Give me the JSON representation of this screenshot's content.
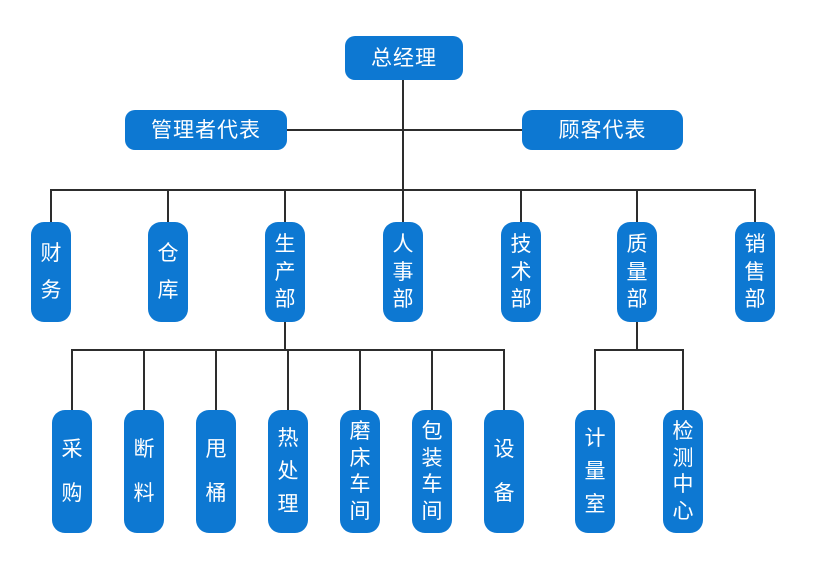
{
  "org_chart": {
    "root": "总经理",
    "management_rep": "管理者代表",
    "customer_rep": "顾客代表",
    "departments": [
      "财务",
      "仓库",
      "生产部",
      "人事部",
      "技术部",
      "质量部",
      "销售部"
    ],
    "production_subunits": [
      "采购",
      "断料",
      "甩桶",
      "热处理",
      "磨床车间",
      "包装车间",
      "设备"
    ],
    "quality_subunits": [
      "计量室",
      "检测中心"
    ]
  },
  "colors": {
    "node_fill": "#0d78d2",
    "node_text": "#ffffff",
    "connector": "#2d2d2d",
    "background": "#ffffff"
  }
}
